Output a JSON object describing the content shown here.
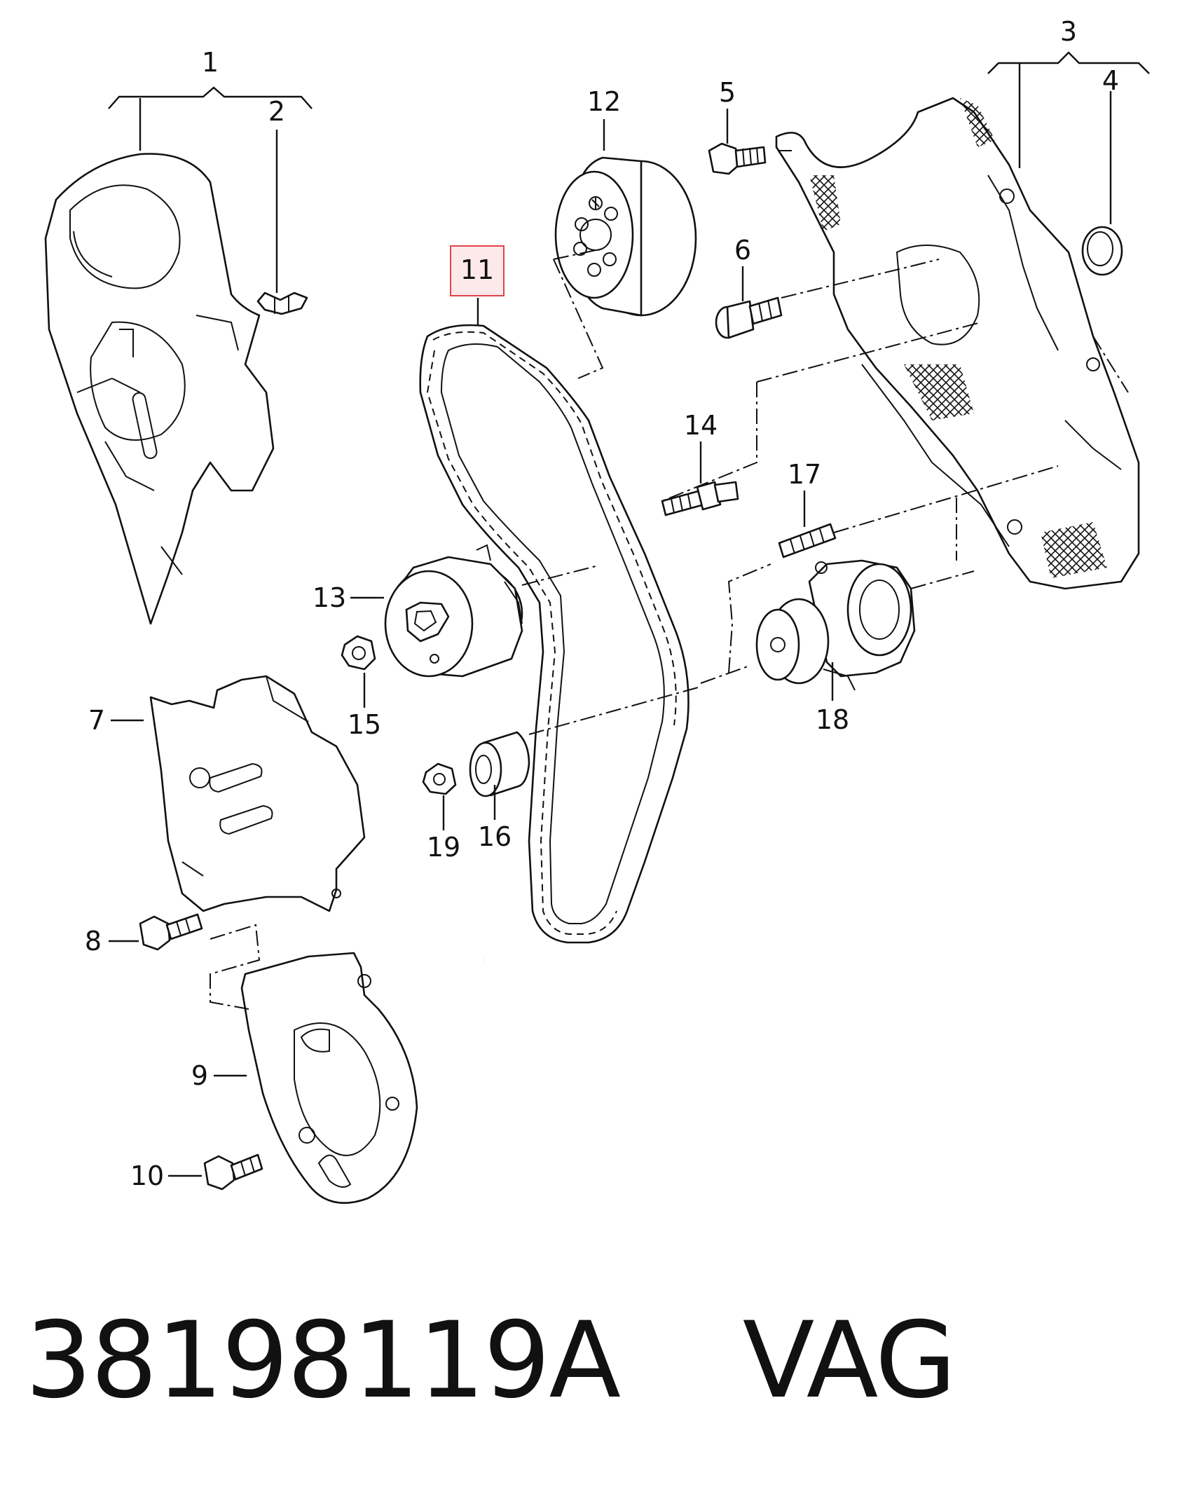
{
  "labels": {
    "l1": "1",
    "l2": "2",
    "l3": "3",
    "l4": "4",
    "l5": "5",
    "l6": "6",
    "l7": "7",
    "l8": "8",
    "l9": "9",
    "l10": "10",
    "l11": "11",
    "l12": "12",
    "l13": "13",
    "l14": "14",
    "l15": "15",
    "l16": "16",
    "l17": "17",
    "l18": "18",
    "l19": "19"
  },
  "highlight": {
    "label": "11",
    "color": "#e0444f"
  },
  "footer": {
    "part_number": "38198119A",
    "vendor": "VAG"
  }
}
